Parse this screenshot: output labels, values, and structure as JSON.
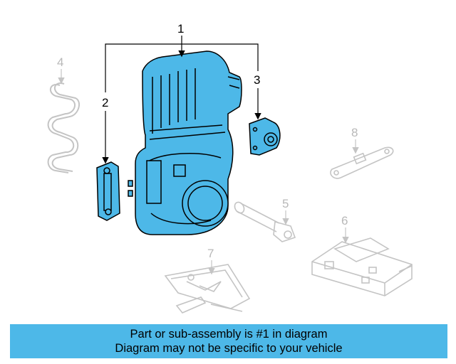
{
  "callouts": [
    "1",
    "2",
    "3",
    "4",
    "5",
    "6",
    "7",
    "8"
  ],
  "highlighted_part": "1",
  "banner": {
    "line1": "Part or sub-assembly is #1 in diagram",
    "line2": "Diagram may not be specific to your vehicle"
  },
  "colors": {
    "highlight": "#4db8e8",
    "outline_dark": "#000000",
    "outline_light": "#c4c4c4",
    "banner_bg": "#4db8e8"
  }
}
